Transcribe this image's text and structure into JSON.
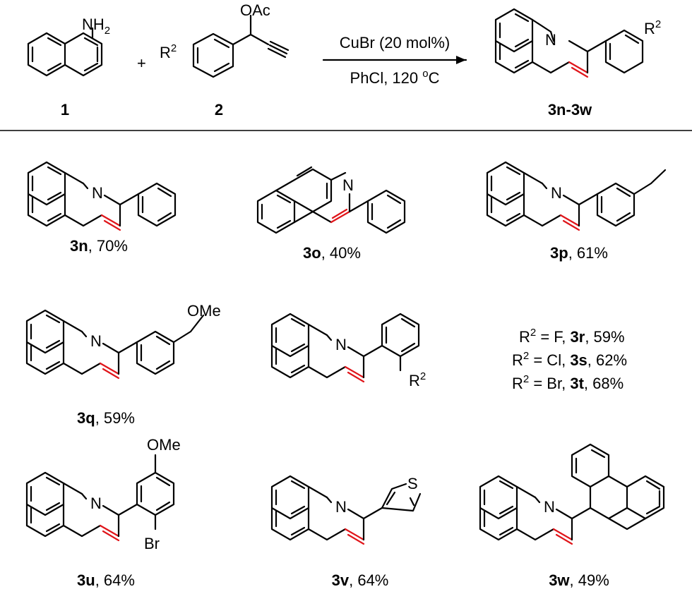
{
  "reaction": {
    "reagent1_label": "1",
    "reagent2_label": "2",
    "product_label": "3n-3w",
    "plus": "+",
    "conditions_top": "CuBr (20 mol%)",
    "conditions_bottom_prefix": "PhCl, 120 ",
    "conditions_bottom_degree": "o",
    "conditions_bottom_unit": "C",
    "amine_group": "NH",
    "amine_sub": "2",
    "acetate_group": "OAc",
    "substituent_R": "R",
    "substituent_sup": "2",
    "nitrogen": "N"
  },
  "products": [
    {
      "id": "3n",
      "yield": ", 70%"
    },
    {
      "id": "3o",
      "yield": ", 40%"
    },
    {
      "id": "3p",
      "yield": ", 61%"
    },
    {
      "id": "3q",
      "yield": ", 59%",
      "group": "OMe"
    },
    {
      "id": "3u",
      "yield": ", 64%",
      "group_top": "OMe",
      "group_bottom": "Br"
    },
    {
      "id": "3v",
      "yield": ", 64%",
      "hetero": "S"
    },
    {
      "id": "3w",
      "yield": ", 49%"
    }
  ],
  "halogen_series": [
    {
      "r": "R",
      "sup": "2",
      "eq": " = F, ",
      "id": "3r",
      "yield": ", 59%"
    },
    {
      "r": "R",
      "sup": "2",
      "eq": " = Cl, ",
      "id": "3s",
      "yield": ", 62%"
    },
    {
      "r": "R",
      "sup": "2",
      "eq": " = Br, ",
      "id": "3t",
      "yield": ", 68%"
    }
  ]
}
